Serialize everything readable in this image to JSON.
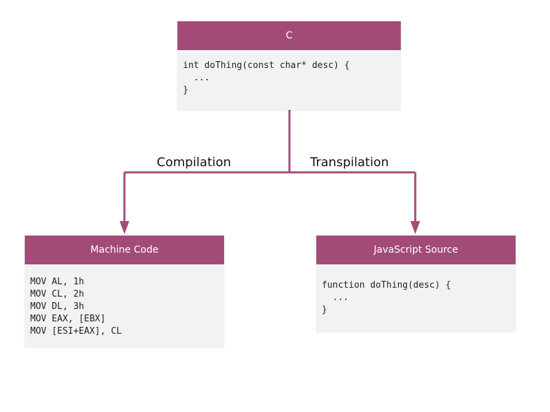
{
  "colors": {
    "accent": "#a34b78",
    "box_background": "#f2f2f2",
    "header_text": "#ffffff"
  },
  "nodes": {
    "c": {
      "title": "C",
      "code": [
        "int doThing(const char* desc) {",
        "  ...",
        "}"
      ]
    },
    "machine_code": {
      "title": "Machine Code",
      "code": [
        "MOV AL, 1h",
        "MOV CL, 2h",
        "MOV DL, 3h",
        "MOV EAX, [EBX]",
        "MOV [ESI+EAX], CL"
      ]
    },
    "javascript_source": {
      "title": "JavaScript Source",
      "code": [
        "function doThing(desc) {",
        "  ...",
        "}"
      ]
    }
  },
  "edges": {
    "compilation": "Compilation",
    "transpilation": "Transpilation"
  }
}
